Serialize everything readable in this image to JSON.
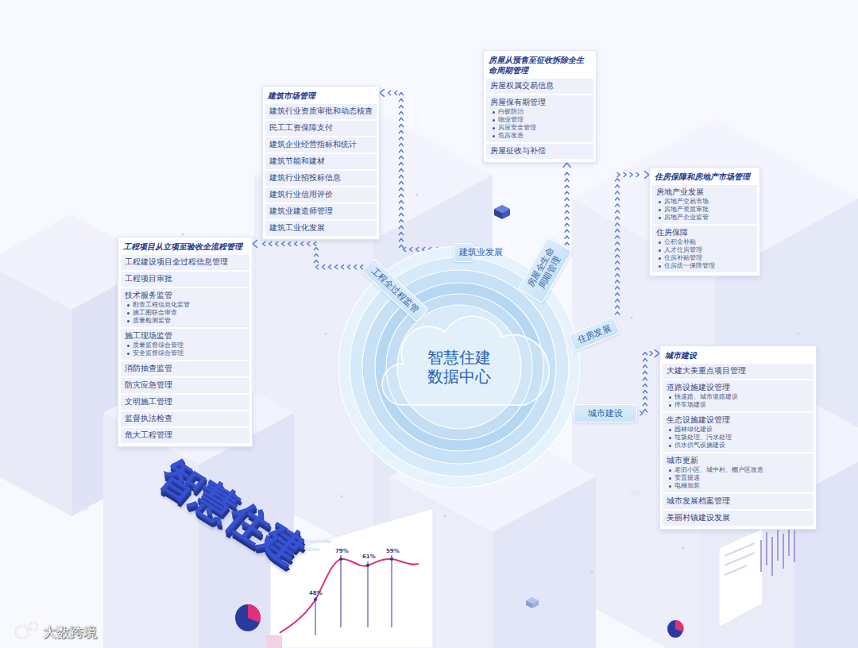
{
  "diagram": {
    "nodes": [
      {
        "text": [
          "工程项目从立项至验收全流程管理"
        ]
      },
      {
        "text": [
          "工程建设项目全过程信息管理"
        ],
        "in": 0
      },
      {
        "text": [
          "工程项目审批"
        ],
        "in": 0
      },
      {
        "text": [
          "技术服务监管",
          "勘查工程信息化监管",
          "施工图联合审查",
          "质量检测监管"
        ],
        "in": 0
      },
      {
        "text": [
          "施工现场监管",
          "质量监督综合管理",
          "安全监督综合管理"
        ],
        "in": 0
      },
      {
        "text": [
          "消防抽查监管"
        ],
        "in": 0
      },
      {
        "text": [
          "防灾应急管理"
        ],
        "in": 0
      },
      {
        "text": [
          "文明施工管理"
        ],
        "in": 0
      },
      {
        "text": [
          "监督执法检查"
        ],
        "in": 0
      },
      {
        "text": [
          "危大工程管理"
        ],
        "in": 0
      },
      {
        "text": [
          "建筑市场管理"
        ]
      },
      {
        "text": [
          "建筑行业资质审批和动态核查"
        ],
        "in": 10
      },
      {
        "text": [
          "民工工资保障支付"
        ],
        "in": 10
      },
      {
        "text": [
          "建筑企业经营指标和统计"
        ],
        "in": 10
      },
      {
        "text": [
          "建筑节能和建材"
        ],
        "in": 10
      },
      {
        "text": [
          "建筑行业招投标信息"
        ],
        "in": 10
      },
      {
        "text": [
          "建筑行业信用评价"
        ],
        "in": 10
      },
      {
        "text": [
          "建筑业建造师管理"
        ],
        "in": 10
      },
      {
        "text": [
          "建筑工业化发展"
        ],
        "in": 10
      },
      {
        "text": [
          "房屋从预售至征收拆除全生命周期管理"
        ]
      },
      {
        "text": [
          "房屋权属交易信息"
        ],
        "in": 19
      },
      {
        "text": [
          "房屋保有期管理",
          "白蚁防治",
          "物业管理",
          "房屋安全管理",
          "危房改造"
        ],
        "in": 19
      },
      {
        "text": [
          "房屋征收与补偿"
        ],
        "in": 19
      },
      {
        "text": [
          "住房保障和房地产市场管理"
        ]
      },
      {
        "text": [
          "房地产业发展",
          "房地产交易市场",
          "房地产资质审批",
          "房地产企业监管"
        ],
        "in": 23
      },
      {
        "text": [
          "住房保障",
          "公积金补贴",
          "人才住房管理",
          "住房补贴管理",
          "住房统一保障管理"
        ],
        "in": 23
      },
      {
        "text": [
          "城市建设"
        ]
      },
      {
        "text": [
          "大建大美重点项目管理"
        ],
        "in": 26
      },
      {
        "text": [
          "道路设施建设管理",
          "快速路、城市道路建设",
          "停车场建设"
        ],
        "in": 26
      },
      {
        "text": [
          "生态设施建设管理",
          "园林绿化建设",
          "垃圾处理、污水处理",
          "供水供气设施建设"
        ],
        "in": 26
      },
      {
        "text": [
          "城市更新",
          "老旧小区、城中村、棚户区改造",
          "安置提速",
          "电梯加装"
        ],
        "in": 26
      },
      {
        "text": [
          "城市发展档案管理"
        ],
        "in": 26
      },
      {
        "text": [
          "美丽村镇建设发展"
        ],
        "in": 26
      },
      {
        "text": [
          "智慧住建 数据中心"
        ]
      },
      {
        "text": [
          "工程全过程监管"
        ]
      },
      {
        "text": [
          "建筑业发展"
        ]
      },
      {
        "text": [
          "房屋全生命周期管理"
        ]
      },
      {
        "text": [
          "住房发展"
        ]
      },
      {
        "text": [
          "城市建设"
        ]
      }
    ],
    "edges": [
      {
        "from": 34,
        "to": 0,
        "arrow": "to"
      },
      {
        "from": 35,
        "to": 10,
        "arrow": "to"
      },
      {
        "from": 36,
        "to": 19,
        "arrow": "to"
      },
      {
        "from": 37,
        "to": 23,
        "arrow": "to"
      },
      {
        "from": 38,
        "to": 26,
        "arrow": "to"
      }
    ],
    "labels": [
      "智慧住建",
      "48%",
      "79%",
      "61%",
      "59%",
      "大数跨境"
    ]
  }
}
